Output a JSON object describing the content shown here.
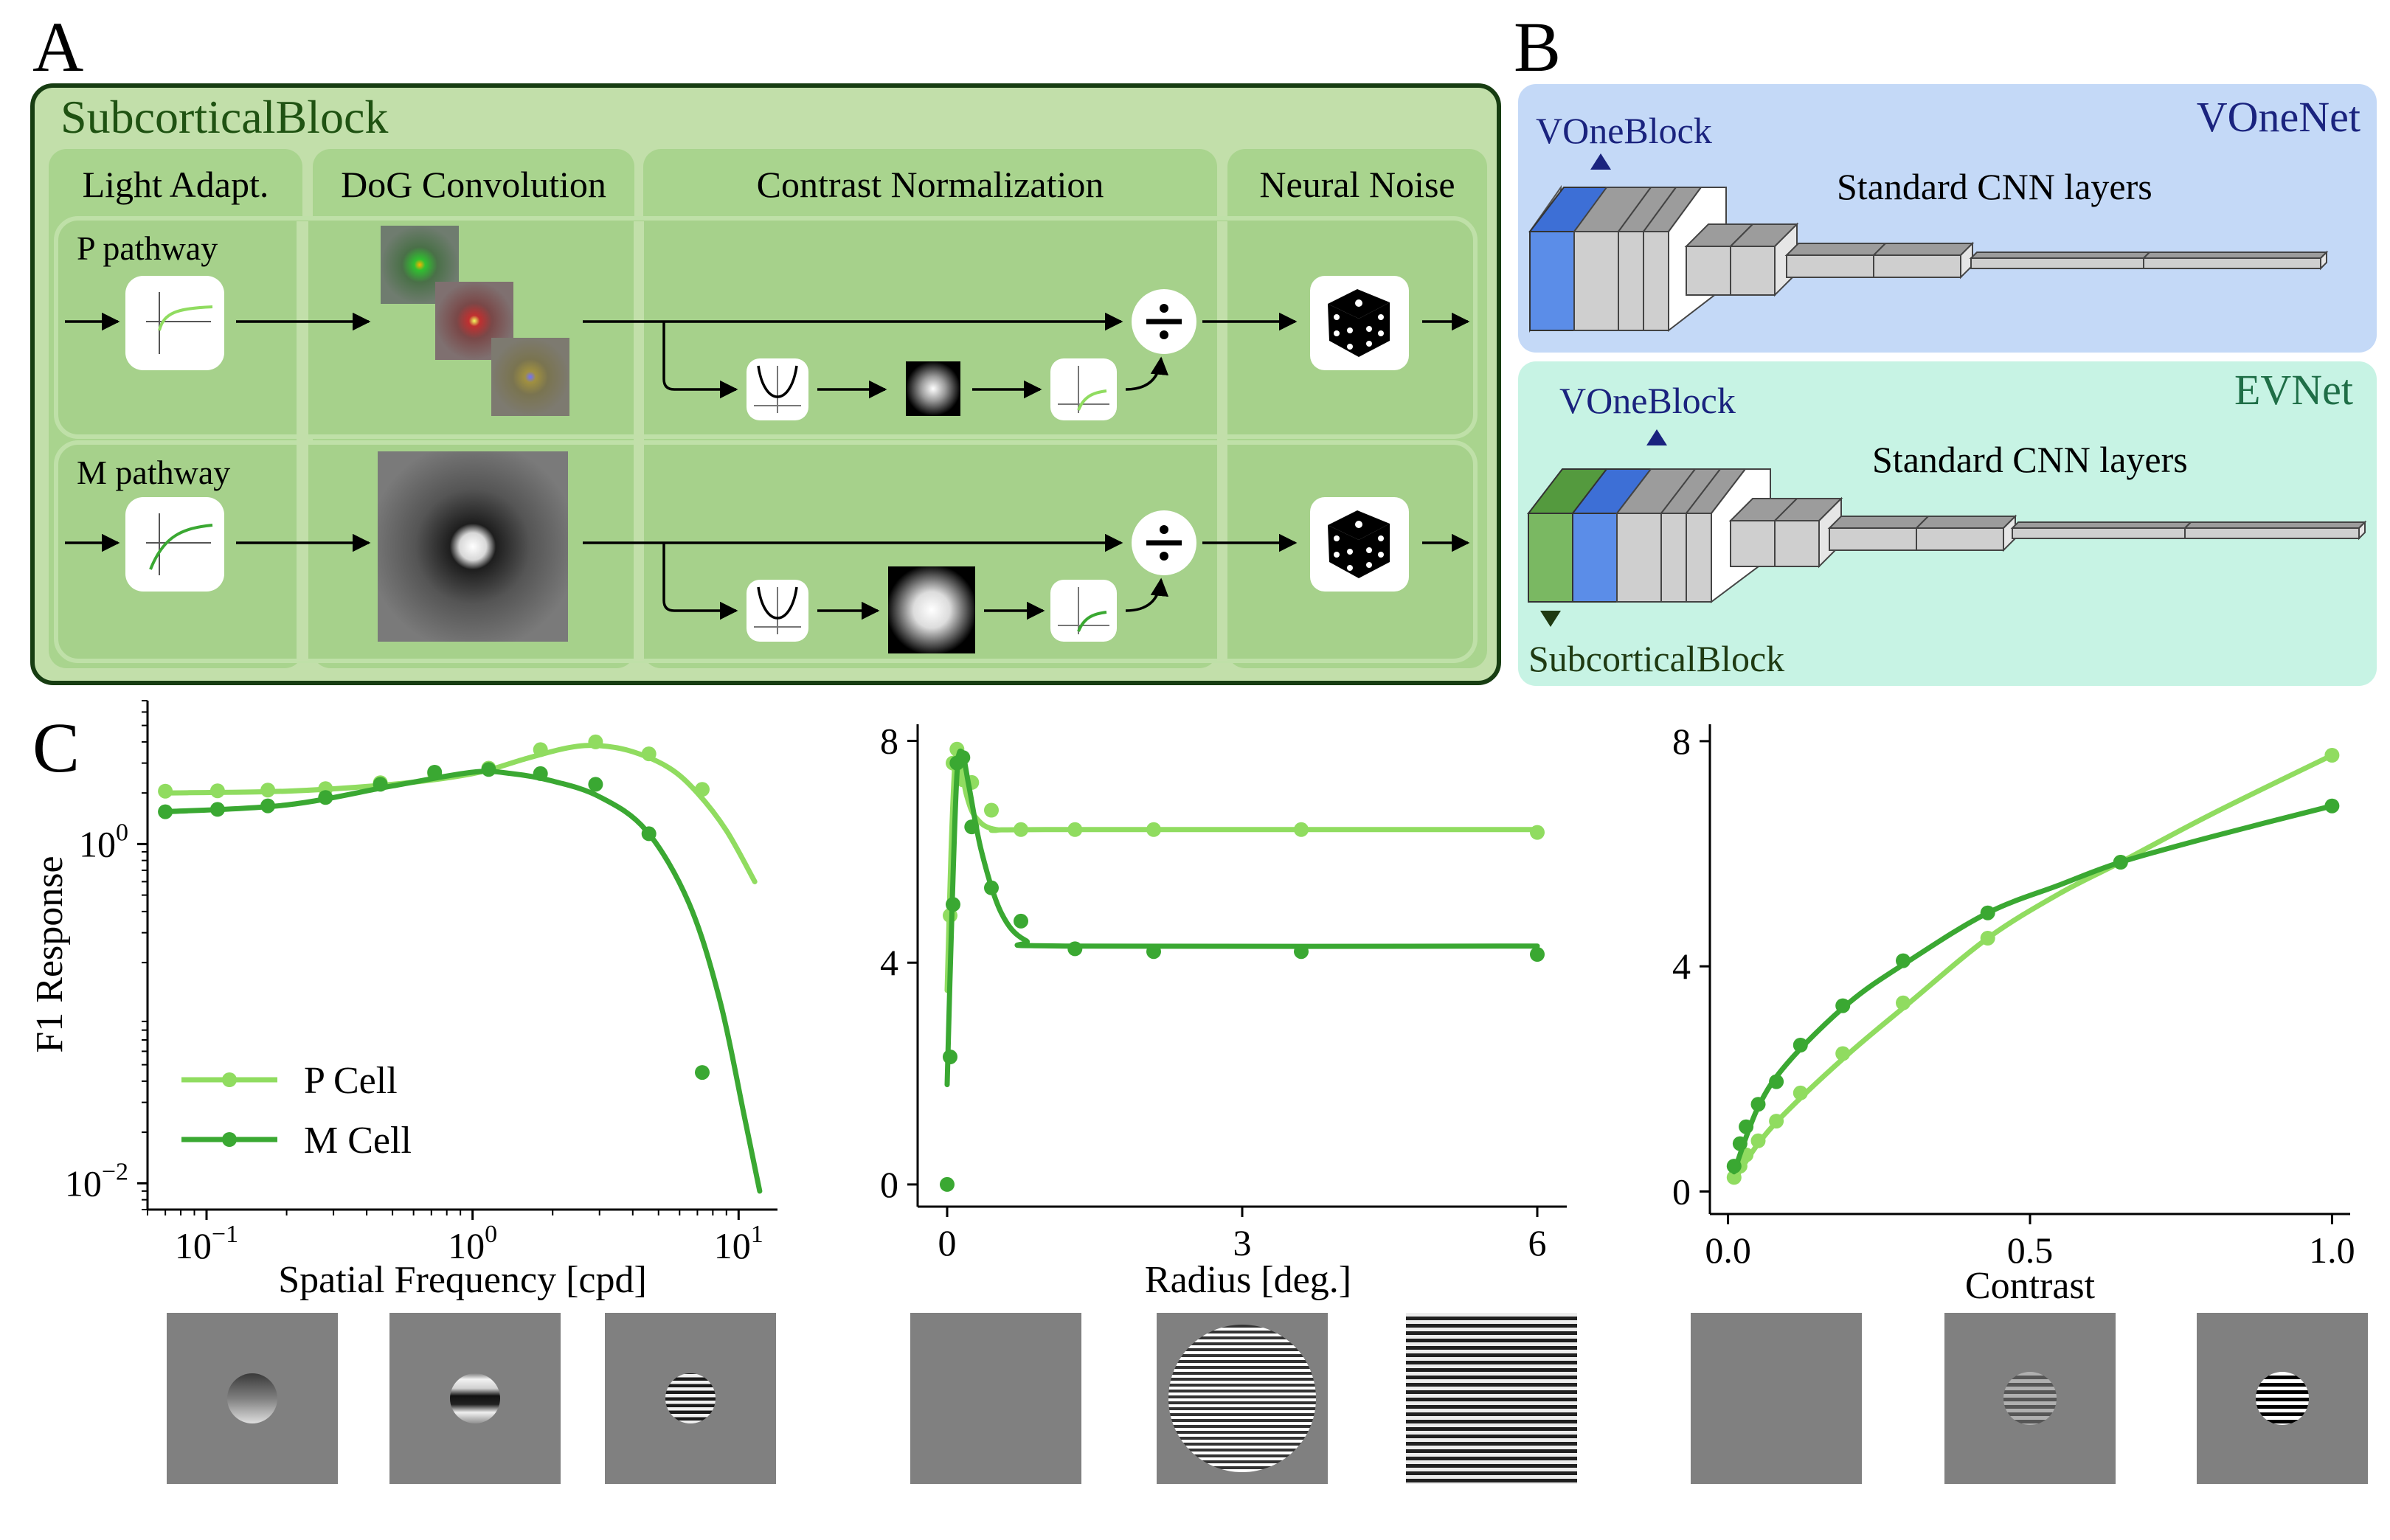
{
  "panel_a": {
    "letter": "A",
    "title": "SubcorticalBlock",
    "stages": [
      "Light Adapt.",
      "DoG Convolution",
      "Contrast Normalization",
      "Neural Noise"
    ],
    "pathways": [
      "P pathway",
      "M pathway"
    ]
  },
  "panel_b": {
    "letter": "B",
    "vonenet": {
      "title": "VOneNet",
      "block_label": "VOneBlock",
      "layers_label": "Standard CNN layers"
    },
    "evnet": {
      "title": "EVNet",
      "block_label": "VOneBlock",
      "layers_label": "Standard CNN layers",
      "sub_label": "SubcorticalBlock"
    }
  },
  "panel_c": {
    "letter": "C"
  },
  "colors": {
    "p_cell": "#90dc60",
    "m_cell": "#3aa832",
    "panel_a_bg": "#c2dfaa",
    "stage_bg": "#a9d48e",
    "vonenet_bg": "#c4d9f7",
    "evnet_bg": "#c7f3e4"
  },
  "chart_data": [
    {
      "type": "line",
      "title": "",
      "xlabel": "Spatial Frequency [cpd]",
      "ylabel": "F1 Response",
      "xscale": "log",
      "yscale": "log",
      "xlim": [
        0.06,
        14
      ],
      "ylim": [
        0.007,
        7
      ],
      "xticks": [
        0.1,
        1,
        10
      ],
      "xtick_labels": [
        [
          "10",
          "−1"
        ],
        [
          "10",
          "0"
        ],
        [
          "10",
          "1"
        ]
      ],
      "yticks": [
        1,
        0.01
      ],
      "ytick_labels": [
        [
          "10",
          "0"
        ],
        [
          "10",
          "−2"
        ]
      ],
      "legend": {
        "position": "lower-left",
        "entries": [
          "P Cell",
          "M Cell"
        ]
      },
      "series": [
        {
          "name": "P Cell",
          "points": [
            [
              0.07,
              2.05
            ],
            [
              0.11,
              2.06
            ],
            [
              0.17,
              2.08
            ],
            [
              0.28,
              2.12
            ],
            [
              0.45,
              2.3
            ],
            [
              0.72,
              2.6
            ],
            [
              1.15,
              2.8
            ],
            [
              1.8,
              3.6
            ],
            [
              2.9,
              4.0
            ],
            [
              4.6,
              3.4
            ],
            [
              7.3,
              2.1
            ]
          ],
          "curve": [
            [
              0.07,
              2.0
            ],
            [
              0.2,
              2.05
            ],
            [
              0.5,
              2.25
            ],
            [
              1.0,
              2.6
            ],
            [
              1.6,
              3.2
            ],
            [
              2.3,
              3.7
            ],
            [
              3.0,
              3.8
            ],
            [
              4.0,
              3.5
            ],
            [
              5.5,
              2.8
            ],
            [
              7.0,
              2.0
            ],
            [
              9.0,
              1.2
            ],
            [
              11.5,
              0.6
            ]
          ]
        },
        {
          "name": "M Cell",
          "points": [
            [
              0.07,
              1.55
            ],
            [
              0.11,
              1.6
            ],
            [
              0.17,
              1.68
            ],
            [
              0.28,
              1.88
            ],
            [
              0.45,
              2.25
            ],
            [
              0.72,
              2.65
            ],
            [
              1.15,
              2.75
            ],
            [
              1.8,
              2.6
            ],
            [
              2.9,
              2.25
            ],
            [
              4.6,
              1.15
            ],
            [
              7.3,
              0.045
            ]
          ],
          "curve": [
            [
              0.07,
              1.55
            ],
            [
              0.2,
              1.7
            ],
            [
              0.5,
              2.2
            ],
            [
              1.0,
              2.65
            ],
            [
              1.4,
              2.6
            ],
            [
              2.0,
              2.35
            ],
            [
              3.0,
              1.9
            ],
            [
              4.5,
              1.2
            ],
            [
              6.5,
              0.45
            ],
            [
              8.5,
              0.12
            ],
            [
              10.5,
              0.025
            ],
            [
              12,
              0.009
            ]
          ]
        }
      ]
    },
    {
      "type": "line",
      "title": "",
      "xlabel": "Radius [deg.]",
      "ylabel": "",
      "xlim": [
        -0.3,
        6.3
      ],
      "ylim": [
        -0.4,
        8.3
      ],
      "xticks": [
        0,
        3,
        6
      ],
      "yticks": [
        0,
        4,
        8
      ],
      "series": [
        {
          "name": "P Cell",
          "points": [
            [
              0.03,
              4.85
            ],
            [
              0.06,
              7.6
            ],
            [
              0.1,
              7.85
            ],
            [
              0.16,
              7.3
            ],
            [
              0.25,
              7.25
            ],
            [
              0.45,
              6.75
            ],
            [
              0.75,
              6.4
            ],
            [
              1.3,
              6.4
            ],
            [
              2.1,
              6.4
            ],
            [
              3.6,
              6.4
            ],
            [
              6.0,
              6.35
            ]
          ],
          "curve": [
            [
              0.0,
              3.5
            ],
            [
              0.04,
              6.0
            ],
            [
              0.08,
              7.6
            ],
            [
              0.12,
              7.7
            ],
            [
              0.2,
              7.0
            ],
            [
              0.3,
              6.6
            ],
            [
              0.5,
              6.4
            ],
            [
              1.0,
              6.4
            ],
            [
              6.0,
              6.4
            ]
          ]
        },
        {
          "name": "M Cell",
          "points": [
            [
              0.0,
              0.0
            ],
            [
              0.03,
              2.3
            ],
            [
              0.06,
              5.05
            ],
            [
              0.1,
              7.6
            ],
            [
              0.16,
              7.7
            ],
            [
              0.25,
              6.45
            ],
            [
              0.45,
              5.35
            ],
            [
              0.75,
              4.75
            ],
            [
              1.3,
              4.25
            ],
            [
              2.1,
              4.2
            ],
            [
              3.6,
              4.2
            ],
            [
              6.0,
              4.15
            ]
          ],
          "curve": [
            [
              0.0,
              1.8
            ],
            [
              0.05,
              5.0
            ],
            [
              0.1,
              7.4
            ],
            [
              0.15,
              7.8
            ],
            [
              0.22,
              7.2
            ],
            [
              0.35,
              6.0
            ],
            [
              0.55,
              4.9
            ],
            [
              0.8,
              4.4
            ],
            [
              1.2,
              4.3
            ],
            [
              6.0,
              4.3
            ]
          ]
        }
      ]
    },
    {
      "type": "line",
      "title": "",
      "xlabel": "Contrast",
      "ylabel": "",
      "xlim": [
        -0.03,
        1.03
      ],
      "ylim": [
        -0.4,
        8.3
      ],
      "xticks": [
        0.0,
        0.5,
        1.0
      ],
      "xtick_labels": [
        "0.0",
        "0.5",
        "1.0"
      ],
      "yticks": [
        0,
        4,
        8
      ],
      "series": [
        {
          "name": "P Cell",
          "points": [
            [
              0.01,
              0.25
            ],
            [
              0.02,
              0.45
            ],
            [
              0.03,
              0.65
            ],
            [
              0.05,
              0.9
            ],
            [
              0.08,
              1.25
            ],
            [
              0.12,
              1.75
            ],
            [
              0.19,
              2.45
            ],
            [
              0.29,
              3.35
            ],
            [
              0.43,
              4.5
            ],
            [
              0.65,
              5.85
            ],
            [
              1.0,
              7.75
            ]
          ],
          "curve": [
            [
              0.01,
              0.2
            ],
            [
              0.05,
              0.85
            ],
            [
              0.1,
              1.45
            ],
            [
              0.2,
              2.45
            ],
            [
              0.3,
              3.35
            ],
            [
              0.43,
              4.5
            ],
            [
              0.55,
              5.3
            ],
            [
              0.65,
              5.85
            ],
            [
              0.8,
              6.7
            ],
            [
              1.0,
              7.75
            ]
          ]
        },
        {
          "name": "M Cell",
          "points": [
            [
              0.01,
              0.45
            ],
            [
              0.02,
              0.85
            ],
            [
              0.03,
              1.15
            ],
            [
              0.05,
              1.55
            ],
            [
              0.08,
              1.95
            ],
            [
              0.12,
              2.6
            ],
            [
              0.19,
              3.3
            ],
            [
              0.29,
              4.1
            ],
            [
              0.43,
              4.95
            ],
            [
              0.65,
              5.85
            ],
            [
              1.0,
              6.85
            ]
          ],
          "curve": [
            [
              0.01,
              0.35
            ],
            [
              0.05,
              1.5
            ],
            [
              0.1,
              2.3
            ],
            [
              0.2,
              3.35
            ],
            [
              0.3,
              4.1
            ],
            [
              0.43,
              4.95
            ],
            [
              0.55,
              5.45
            ],
            [
              0.65,
              5.85
            ],
            [
              0.8,
              6.3
            ],
            [
              1.0,
              6.85
            ]
          ]
        }
      ]
    }
  ]
}
